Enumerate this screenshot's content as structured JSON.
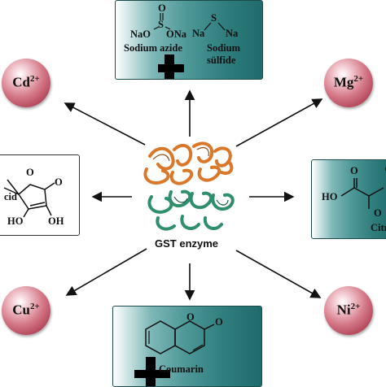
{
  "center": {
    "label": "GST enzyme"
  },
  "ions": {
    "cd": {
      "symbol": "Cd",
      "charge": "2+"
    },
    "mg": {
      "symbol": "Mg",
      "charge": "2+"
    },
    "cu": {
      "symbol": "Cu",
      "charge": "2+"
    },
    "ni": {
      "symbol": "Ni",
      "charge": "2+"
    }
  },
  "top_box": {
    "azide": {
      "s": "S",
      "o": "O",
      "left": "NaO",
      "right": "ONa",
      "name": "Sodium azide"
    },
    "sulfide": {
      "formula_na1": "Na",
      "formula_s": "S",
      "formula_na2": "Na",
      "name_line1": "Sodium",
      "name_line2": "sülfide"
    }
  },
  "left_box": {
    "fragment": "cid",
    "oh1": "HO",
    "oh2": "OH",
    "ring_o": "O",
    "carbonyl_o": "O"
  },
  "right_box": {
    "ho": "HO",
    "o1": "O",
    "o2": "O",
    "fragment": "Citric"
  },
  "bottom_box": {
    "name": "Coumarin",
    "o1": "O",
    "o2": "O"
  },
  "colors": {
    "ion_fill": "#c85a6c",
    "box_teal": "#2f7d7d",
    "protein_top": "#d9782a",
    "protein_bottom": "#2f8f6c"
  }
}
